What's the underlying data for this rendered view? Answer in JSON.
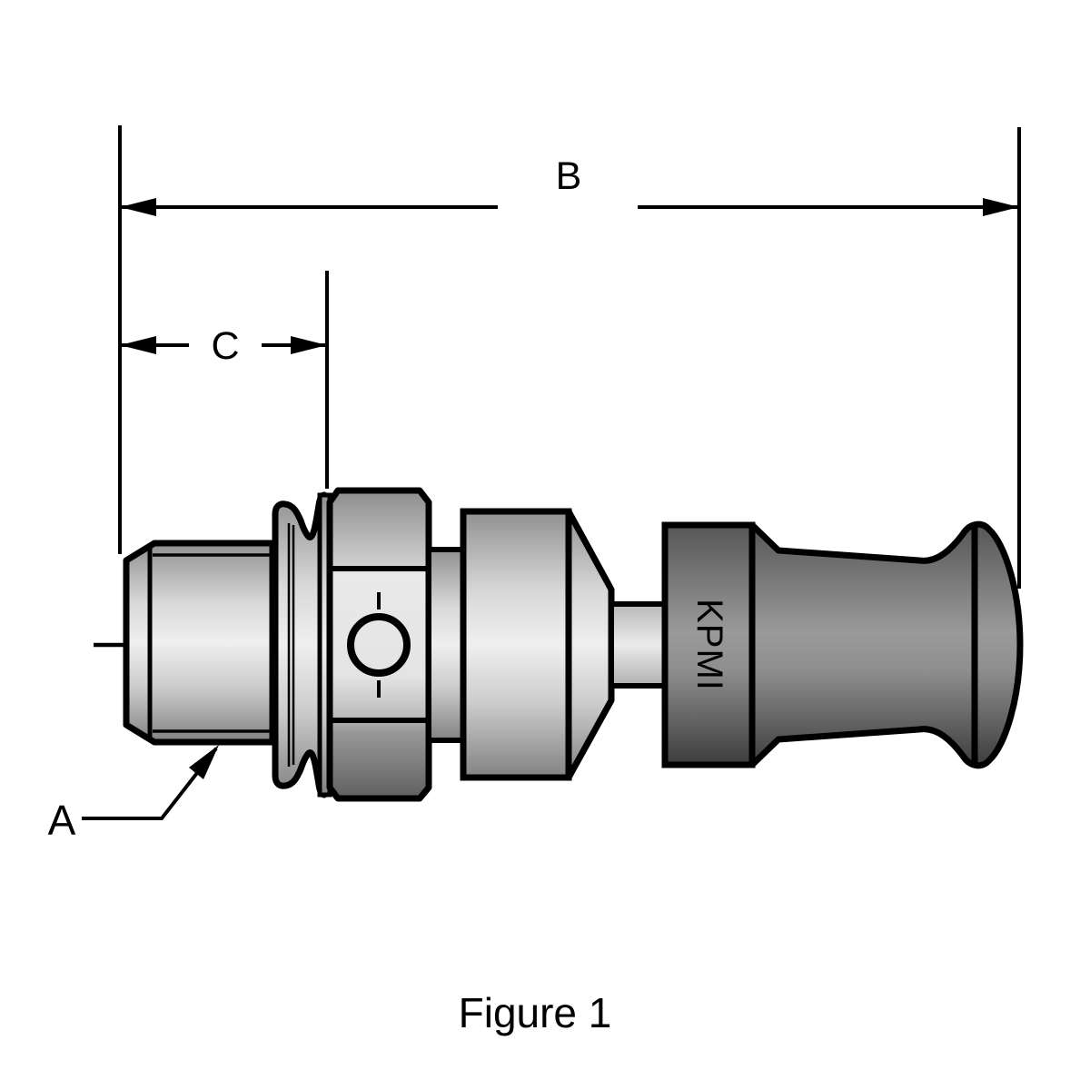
{
  "drawing": {
    "caption": "Figure 1",
    "marking": "KPMI",
    "callouts": {
      "a_label": "A",
      "b_label": "B",
      "c_label": "C"
    },
    "colors": {
      "background": "#ffffff",
      "line": "#000000",
      "metal_light_mid": "#efefef",
      "metal_light_edge": "#8a8a8a",
      "metal_dark_mid": "#979797",
      "metal_dark_edge": "#3d3d3d"
    }
  }
}
